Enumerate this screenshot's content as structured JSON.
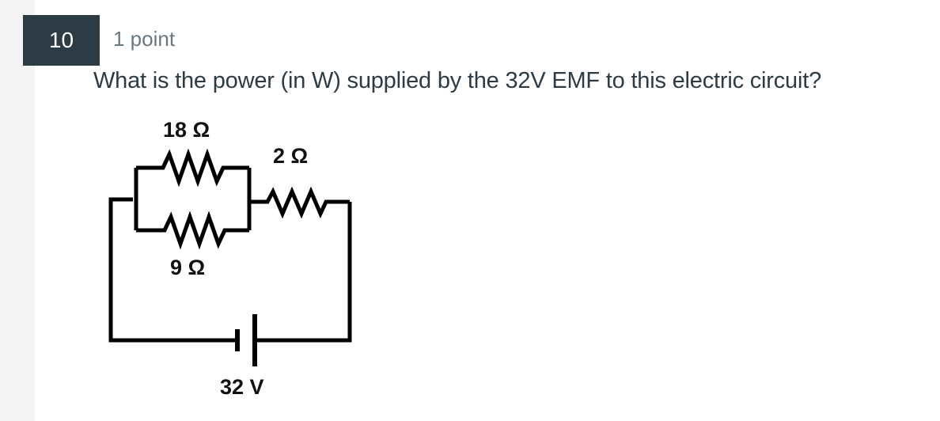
{
  "question": {
    "number": "10",
    "points": "1 point",
    "text": "What is the power (in W) supplied by the 32V EMF to this electric circuit?"
  },
  "circuit": {
    "r_top_label": "18 Ω",
    "r_bottom_label": "9 Ω",
    "r_series_label": "2 Ω",
    "battery_label": "32 V"
  }
}
